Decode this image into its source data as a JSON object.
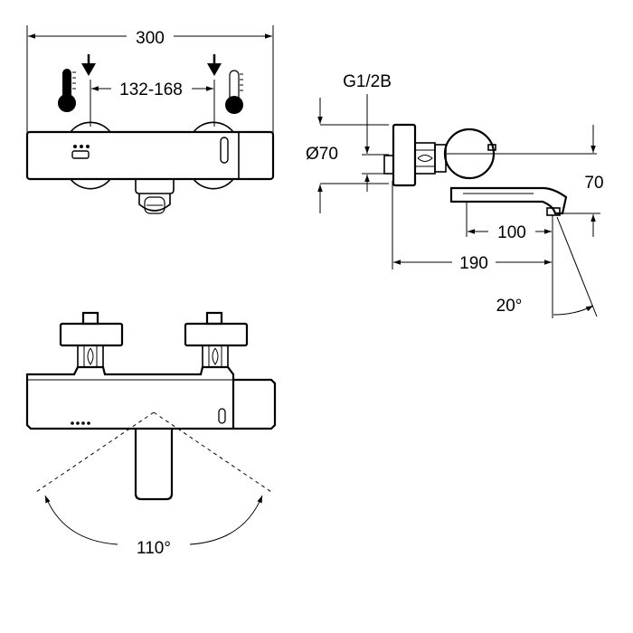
{
  "dimensions": {
    "overall_width": "300",
    "inlet_spacing": "132-168",
    "thread": "G1/2B",
    "rosette_diameter": "Ø70",
    "spout_offset": "70",
    "spout_reach": "100",
    "total_depth": "190",
    "spout_angle": "20°",
    "swivel_angle": "110°"
  },
  "icons": {
    "hot": "thermometer-hot-icon",
    "cold": "thermometer-cold-icon"
  }
}
